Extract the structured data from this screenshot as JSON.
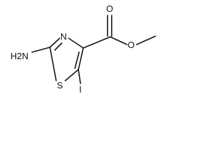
{
  "molecule": {
    "atoms": {
      "amine_h2n": "H2N",
      "ring_nitrogen": "N",
      "ring_sulfur": "S",
      "iodine": "I",
      "ester_carbonyl_oxygen": "O",
      "ester_ether_oxygen": "O"
    },
    "colors": {
      "bond": "#111111",
      "label": "#111111",
      "background": "#ffffff"
    }
  }
}
